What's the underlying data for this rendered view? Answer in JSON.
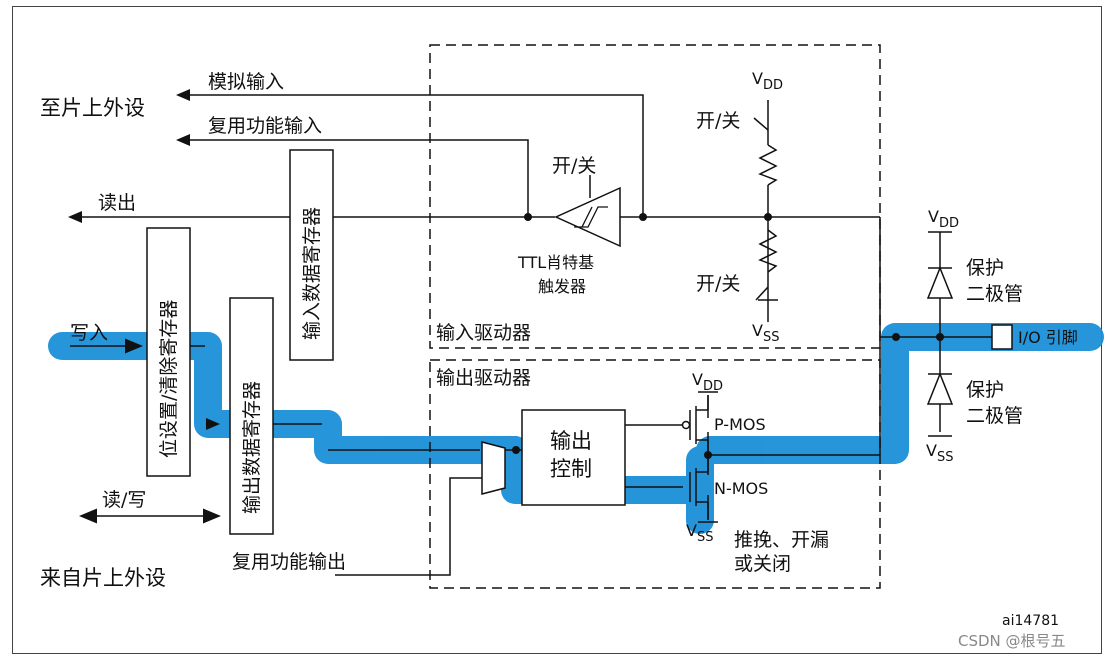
{
  "labels": {
    "to_peripheral": "至片上外设",
    "analog_input": "模拟输入",
    "alt_func_input": "复用功能输入",
    "read_out": "读出",
    "write_in": "写入",
    "read_write": "读/写",
    "from_peripheral": "来自片上外设",
    "alt_func_output": "复用功能输出",
    "input_data_register": "输入数据寄存器",
    "bit_set_reset_register": "位设置/清除寄存器",
    "output_data_register": "输出数据寄存器",
    "on_off_ttl": "开/关",
    "ttl_schmitt_line1": "TTL肖特基",
    "ttl_schmitt_line2": "触发器",
    "on_off_pullup": "开/关",
    "on_off_pulldown": "开/关",
    "vdd_top": "V",
    "vdd_top_sub": "DD",
    "vss_mid": "V",
    "vss_mid_sub": "SS",
    "input_driver": "输入驱动器",
    "output_driver": "输出驱动器",
    "output_control_line1": "输出",
    "output_control_line2": "控制",
    "vdd_mos": "V",
    "vdd_mos_sub": "DD",
    "p_mos": "P-MOS",
    "n_mos": "N-MOS",
    "vss_mos": "V",
    "vss_mos_sub": "SS",
    "push_pull_line1": "推挽、开漏",
    "push_pull_line2": "或关闭",
    "vdd_prot": "V",
    "vdd_prot_sub": "DD",
    "protect_diode_top_1": "保护",
    "protect_diode_top_2": "二极管",
    "protect_diode_bot_1": "保护",
    "protect_diode_bot_2": "二极管",
    "vss_prot": "V",
    "vss_prot_sub": "SS",
    "io_pin": "I/O 引脚",
    "ref_code": "ai14781",
    "watermark": "CSDN @根号五"
  },
  "colors": {
    "highlight": "#1a8fd8",
    "line": "#111111"
  }
}
